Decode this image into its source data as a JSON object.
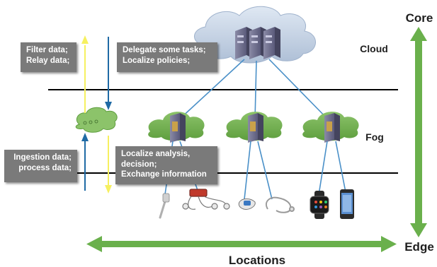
{
  "labels": {
    "core": "Core",
    "edge": "Edge",
    "cloud": "Cloud",
    "fog": "Fog",
    "locations": "Locations"
  },
  "boxes": {
    "filter": [
      "Filter data;",
      "Relay data;"
    ],
    "delegate": [
      "Delegate some tasks;",
      "Localize policies;"
    ],
    "ingestion": [
      "Ingestion data;",
      "process data;"
    ],
    "localize": [
      "Localize analysis,",
      "decision;",
      "Exchange information"
    ]
  },
  "icons": {
    "cloud": "server-cluster-icon",
    "fog_nodes": [
      "fog-server-icon",
      "fog-server-icon",
      "fog-server-icon"
    ],
    "small_cloud": "small-cloud-icon",
    "devices": [
      "thermometer-icon",
      "sensor-cables-icon",
      "pulse-oximeter-icon",
      "earphone-icon",
      "smartwatch-icon",
      "smartphone-icon"
    ]
  },
  "colors": {
    "green": "#6aa84f",
    "arrow_green": "#6ab04c",
    "cloud_blue": "#c8d6e8",
    "link_blue": "#4a90c8",
    "yellow": "#f6f060",
    "dark_blue": "#1f6aa5",
    "box_gray": "#7a7a7a"
  }
}
